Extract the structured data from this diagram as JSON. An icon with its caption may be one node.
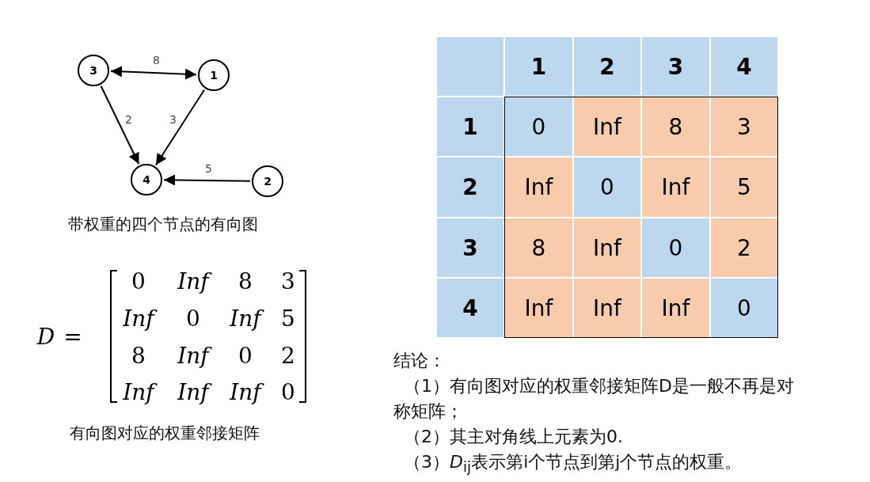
{
  "diagram": {
    "nodes": [
      {
        "text": [
          "3"
        ]
      },
      {
        "text": [
          "1"
        ]
      },
      {
        "text": [
          "4"
        ]
      },
      {
        "text": [
          "2"
        ]
      }
    ],
    "edges": [
      {
        "from": 0,
        "to": 1,
        "arrow": "both",
        "label": "8"
      },
      {
        "from": 0,
        "to": 2,
        "arrow": "to",
        "label": "2"
      },
      {
        "from": 1,
        "to": 2,
        "arrow": "to",
        "label": "3"
      },
      {
        "from": 3,
        "to": 2,
        "arrow": "to",
        "label": "5"
      }
    ],
    "labels": [
      "带权重的四个节点的有向图",
      "D",
      "=",
      "0",
      "Inf",
      "8",
      "3",
      "Inf",
      "0",
      "Inf",
      "5",
      "8",
      "Inf",
      "0",
      "2",
      "Inf",
      "Inf",
      "Inf",
      "0",
      "有向图对应的权重邻接矩阵",
      "1",
      "2",
      "3",
      "4",
      "1",
      "0",
      "Inf",
      "8",
      "3",
      "2",
      "Inf",
      "0",
      "Inf",
      "5",
      "3",
      "8",
      "Inf",
      "0",
      "2",
      "4",
      "Inf",
      "Inf",
      "Inf",
      "0",
      "结论：",
      "（1）有向图对应的权重邻接矩阵D是一般不再是对称矩阵；",
      "（2）其主对角线上元素为0.",
      "（3）*D*$_{ij}$表示第i个节点到第j个节点的权重。"
    ]
  }
}
